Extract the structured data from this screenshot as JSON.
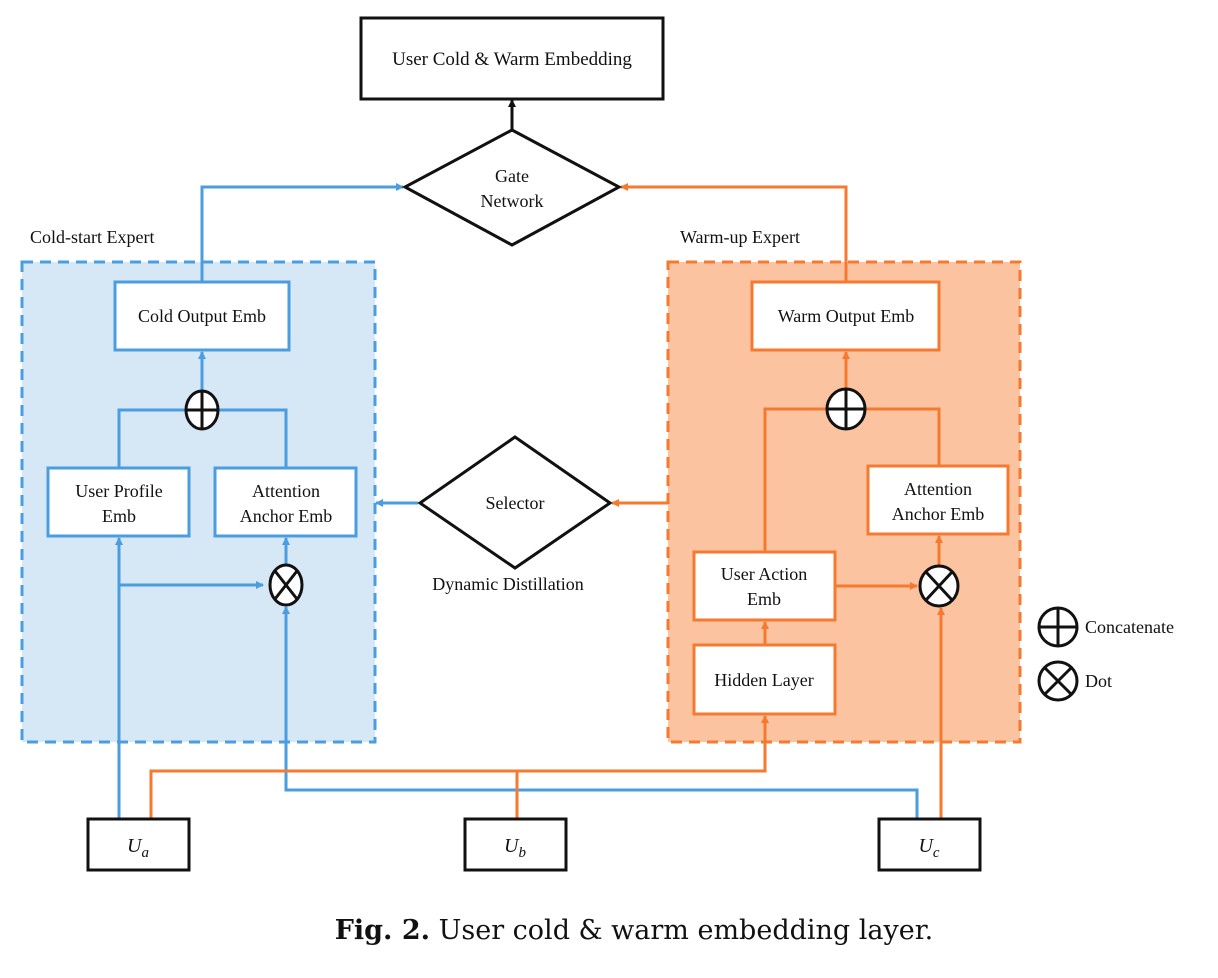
{
  "colors": {
    "cold_line": "#4a9ee0",
    "cold_fill": "#d6e7f6",
    "warm_line": "#f57a30",
    "warm_fill": "#fcc3a1",
    "black": "#111111"
  },
  "output_box": {
    "label": "User Cold & Warm Embedding"
  },
  "gate": {
    "line1": "Gate",
    "line2": "Network"
  },
  "cold_expert": {
    "title": "Cold-start Expert",
    "output": "Cold Output Emb",
    "profile": {
      "line1": "User Profile",
      "line2": "Emb"
    },
    "anchor": {
      "line1": "Attention",
      "line2": "Anchor Emb"
    }
  },
  "warm_expert": {
    "title": "Warm-up Expert",
    "output": "Warm Output Emb",
    "anchor": {
      "line1": "Attention",
      "line2": "Anchor Emb"
    },
    "action": {
      "line1": "User Action",
      "line2": "Emb"
    },
    "hidden": "Hidden Layer"
  },
  "selector": {
    "label": "Selector",
    "caption": "Dynamic Distillation"
  },
  "inputs": [
    {
      "base": "U",
      "sub": "a"
    },
    {
      "base": "U",
      "sub": "b"
    },
    {
      "base": "U",
      "sub": "c"
    }
  ],
  "legend": [
    {
      "symbol": "concatenate",
      "label": "Concatenate"
    },
    {
      "symbol": "dot",
      "label": "Dot"
    }
  ],
  "caption": {
    "prefix": "Fig. 2.",
    "text": " User cold & warm embedding layer."
  }
}
